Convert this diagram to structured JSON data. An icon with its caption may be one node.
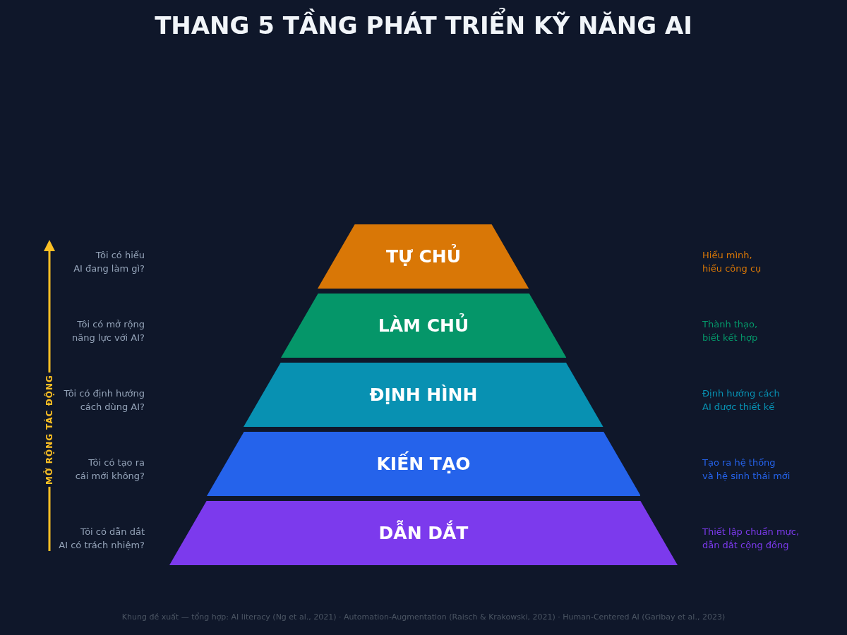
{
  "diagram": {
    "title": "THANG 5 TẦNG PHÁT TRIỂN KỸ NĂNG AI",
    "caption": "Khung đề xuất — tổng hợp: AI literacy (Ng et al., 2021) · Automation-Augmentation (Raisch & Krakowski, 2021) · Human-Centered AI (Garibay et al., 2023)",
    "nodes": [
      {
        "text": [
          "TỰ CHỦ"
        ]
      },
      {
        "text": [
          "LÀM CHỦ"
        ]
      },
      {
        "text": [
          "ĐỊNH HÌNH"
        ]
      },
      {
        "text": [
          "KIẾN TẠO"
        ]
      },
      {
        "text": [
          "DẪN DẮT"
        ]
      }
    ],
    "labels": [
      "MỞ RỘNG TÁC ĐỘNG",
      "Tôi có hiểu AI đang làm gì?",
      "Hiểu mình, hiểu công cụ",
      "Tôi có mở rộng năng lực với AI?",
      "Thành thạo, biết kết hợp",
      "Tôi có định hướng cách dùng AI?",
      "Định hướng cách AI được thiết kế",
      "Tôi có tạo ra cái mới không?",
      "Tạo ra hệ thống và hệ sinh thái mới",
      "Tôi có dẫn dắt AI có trách nhiệm?",
      "Thiết lập chuẩn mực, dẫn dắt cộng đồng"
    ]
  }
}
